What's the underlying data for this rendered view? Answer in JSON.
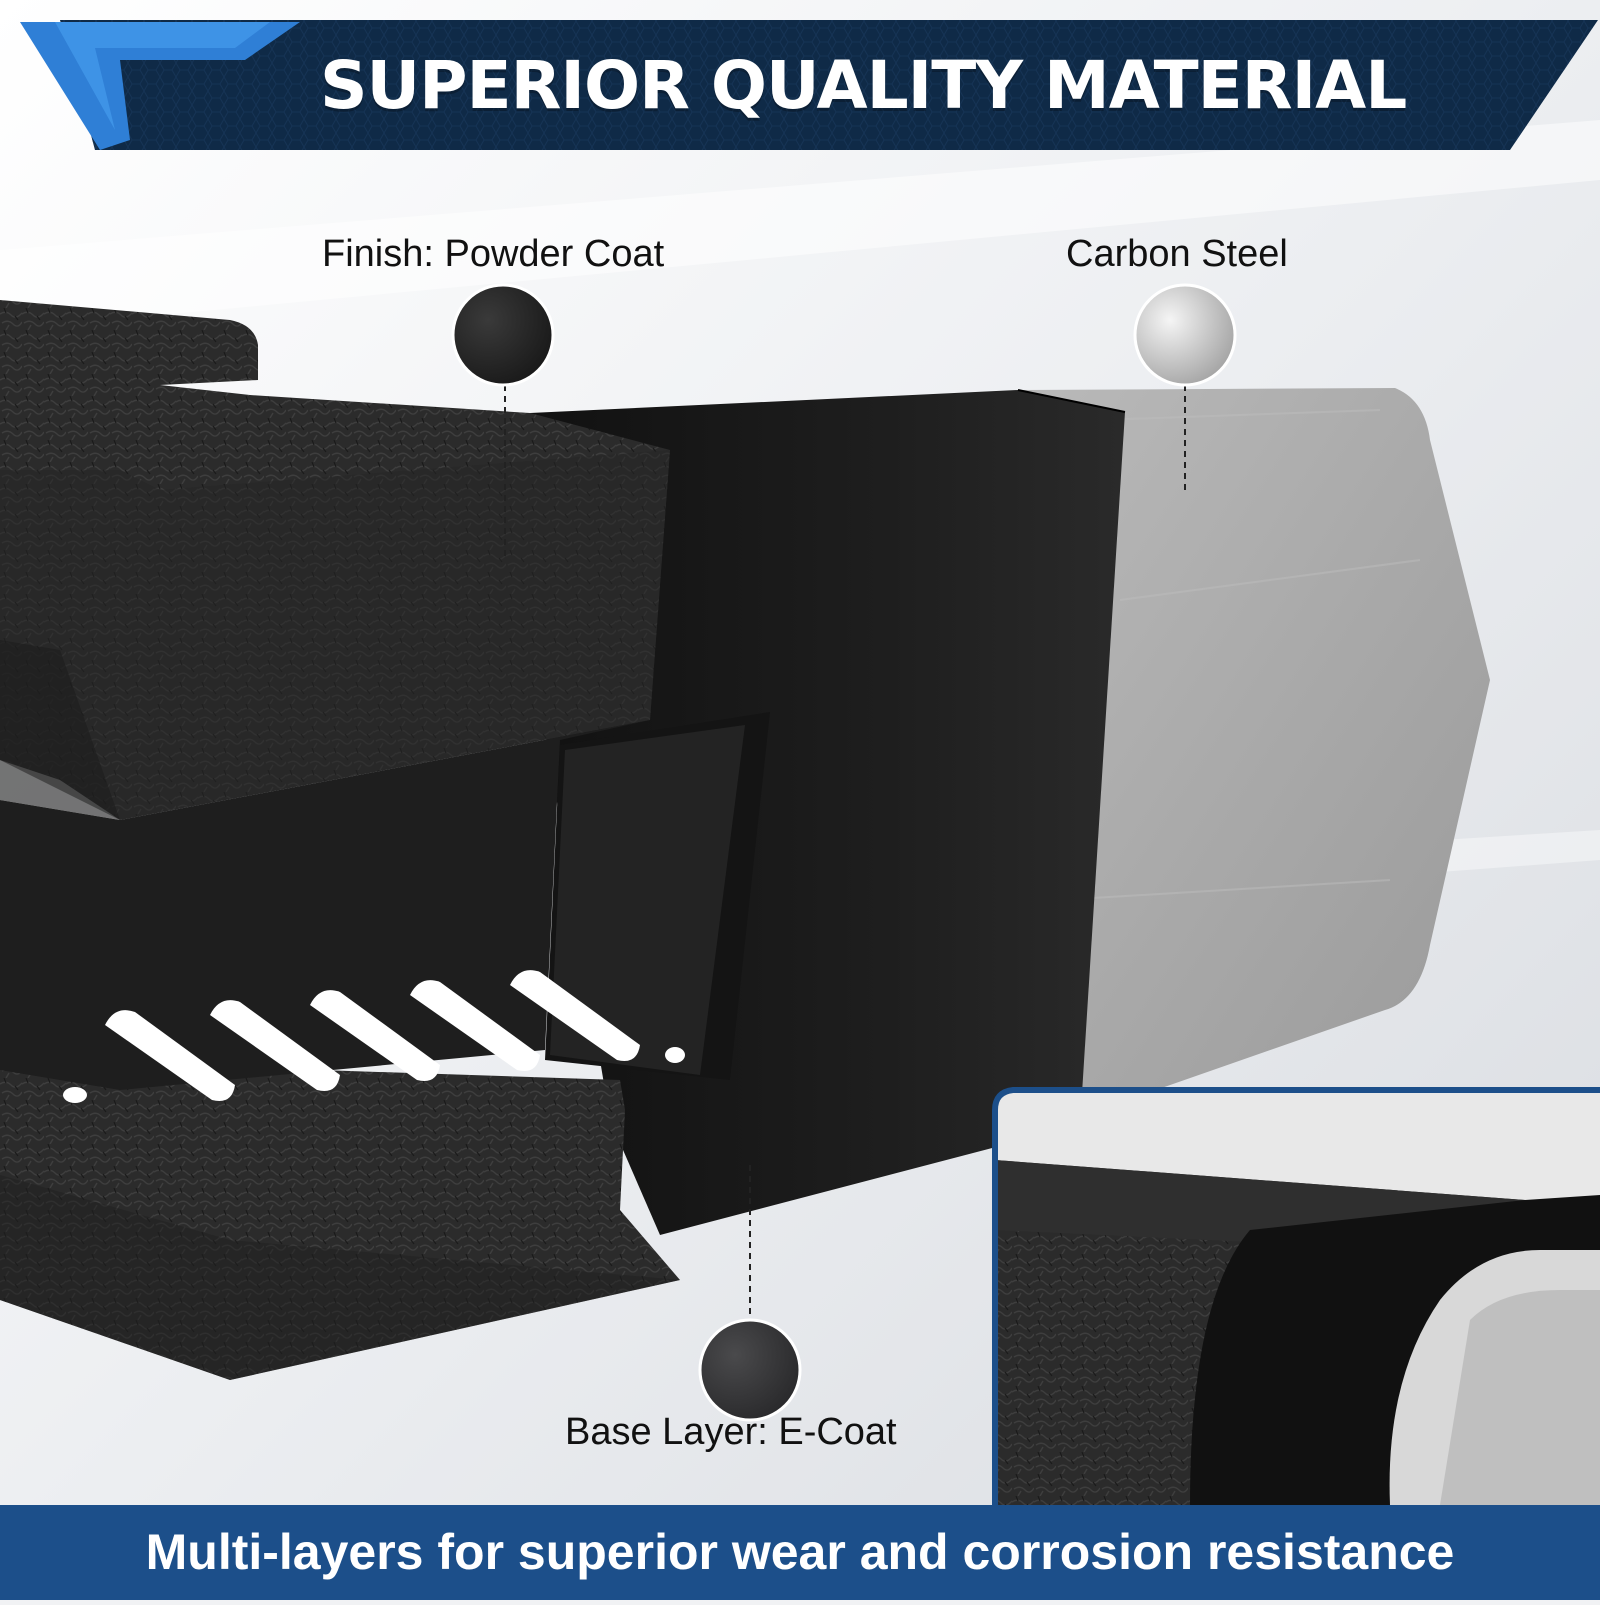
{
  "banner": {
    "title": "SUPERIOR QUALITY MATERIAL",
    "background_color": "#0f2a47",
    "accent_color": "#2f7fd6"
  },
  "callouts": {
    "finish": {
      "label": "Finish: Powder Coat",
      "swatch_color": "#2a2a2a"
    },
    "steel": {
      "label": "Carbon Steel",
      "swatch_color": "#cfcfcf"
    },
    "base": {
      "label": "Base Layer: E-Coat",
      "swatch_color": "#3a3a3c"
    }
  },
  "footer": {
    "text": "Multi-layers for superior wear and corrosion resistance",
    "background_color": "#1c4f8a"
  }
}
